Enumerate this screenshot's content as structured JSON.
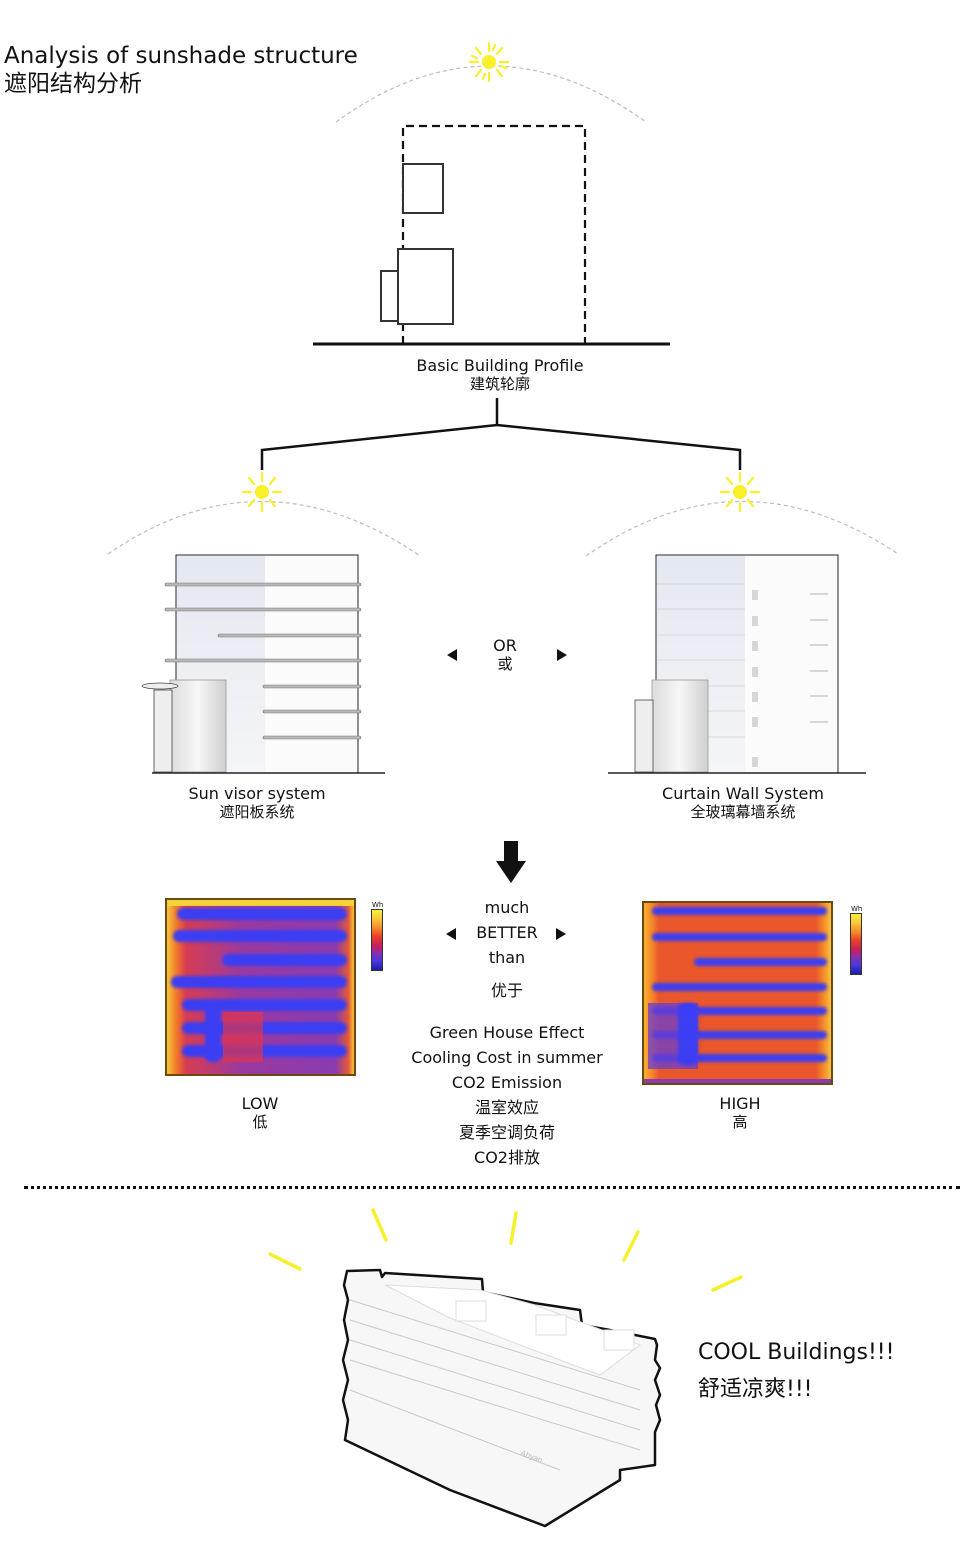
{
  "title": {
    "en": "Analysis of sunshade structure",
    "zh": "遮阳结构分析"
  },
  "basic_profile": {
    "label_en": "Basic Building Profile",
    "label_zh": "建筑轮廓"
  },
  "options": {
    "left": {
      "label_en": "Sun visor system",
      "label_zh": "遮阳板系统",
      "heatmap_rating_en": "LOW",
      "heatmap_rating_zh": "低"
    },
    "separator_en": "OR",
    "separator_zh": "或",
    "right": {
      "label_en": "Curtain Wall System",
      "label_zh": "全玻璃幕墙系统",
      "heatmap_rating_en": "HIGH",
      "heatmap_rating_zh": "高"
    }
  },
  "comparison": {
    "line1": "much",
    "line2": "BETTER",
    "line3": "than",
    "zh": "优于",
    "factors_en": [
      "Green House Effect",
      "Cooling Cost in summer",
      "CO2 Emission"
    ],
    "factors_zh": [
      "温室效应",
      "夏季空调负荷",
      "CO2排放"
    ]
  },
  "heatmap_legend": {
    "unit": "Wh",
    "colors": [
      "#f6f23a",
      "#f8c53a",
      "#f58a2a",
      "#ea3a2a",
      "#c4205a",
      "#8a2fae",
      "#4a37e0",
      "#1c1ca8"
    ]
  },
  "conclusion": {
    "en": "COOL Buildings!!!",
    "zh": "舒适凉爽!!!"
  },
  "colors": {
    "sun": "#f7f02a",
    "arc": "#bdbdbd",
    "line": "#111111"
  }
}
